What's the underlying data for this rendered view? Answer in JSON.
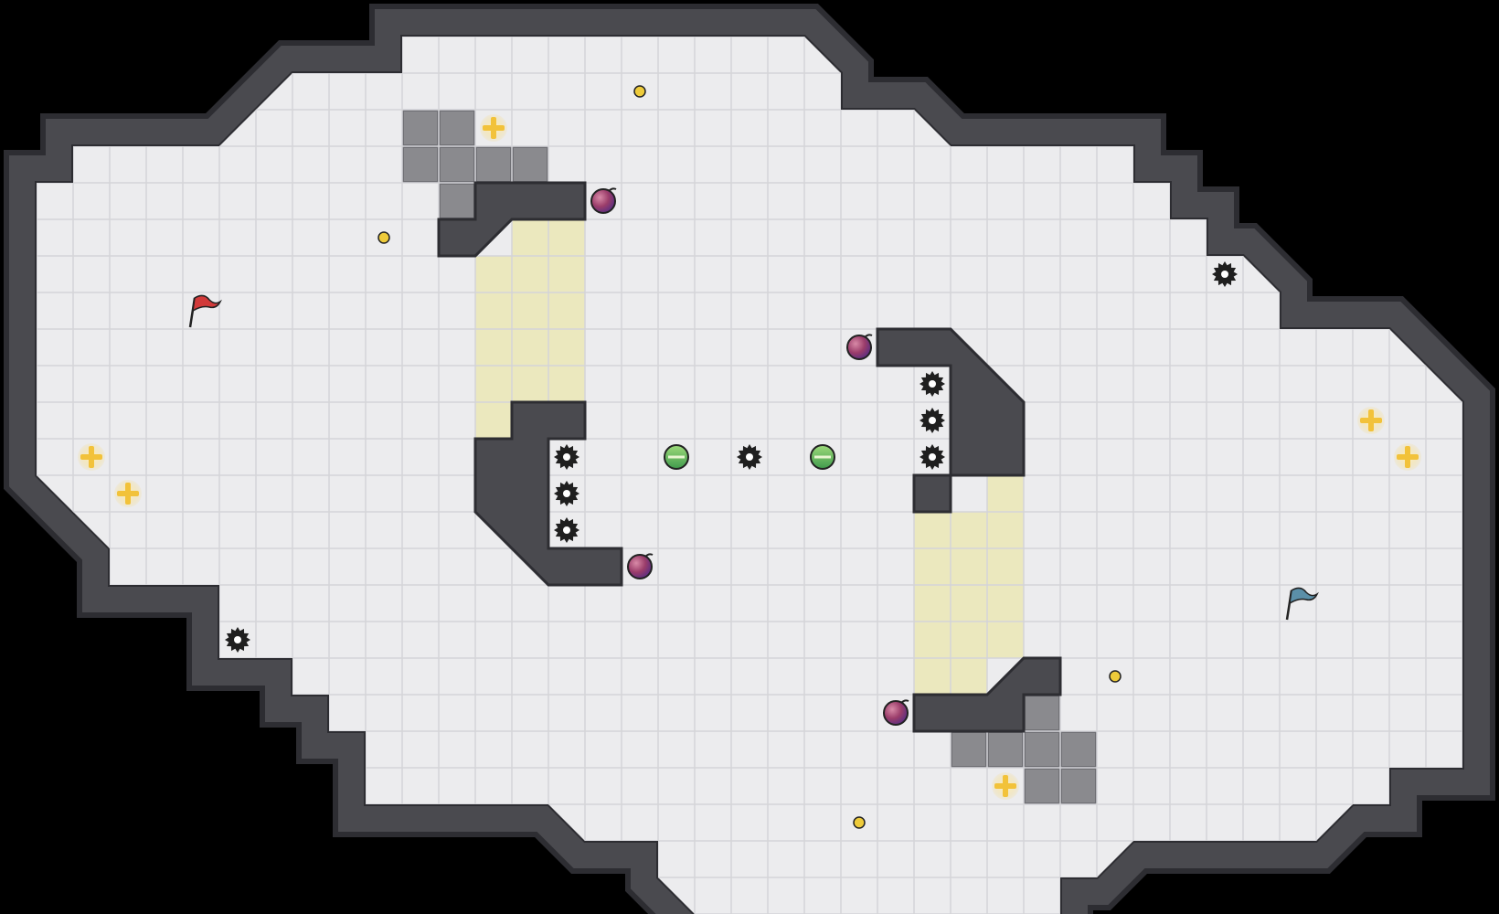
{
  "game": {
    "type": "top-down tile map (capture-the-flag)",
    "colors": {
      "background": "#000000",
      "wall_fill": "#4a4a4f",
      "wall_edge": "#2d2d32",
      "floor": "#ececee",
      "floor_grid": "#d4d4d8",
      "speed_tile": "#ebe8be",
      "speed_grid": "#d6d39a",
      "gate_tile": "#8a8a8e",
      "red_flag": "#d23a3a",
      "blue_flag": "#5b8fa8",
      "bomb": "#9b3d6a",
      "powerup": "#e7c545",
      "boost": "#f2c23a",
      "spike": "#1f1f1f",
      "button": "#eecb3a",
      "portal_green": "#6fbf5a"
    },
    "legend": {
      "flags": [
        "red-flag",
        "blue-flag"
      ],
      "items": [
        "spike",
        "bomb",
        "boost-pad",
        "button",
        "powerup-portal",
        "speed-tile",
        "gate-tile"
      ]
    }
  }
}
